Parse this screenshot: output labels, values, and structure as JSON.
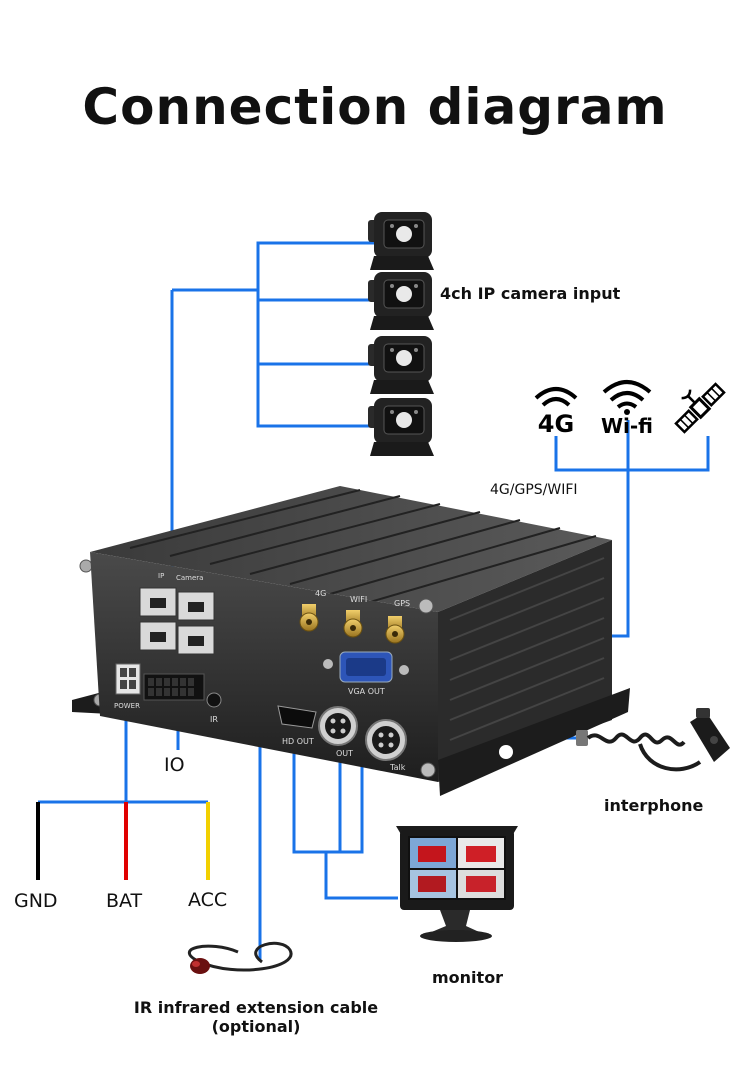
{
  "title": "Connection diagram",
  "labels": {
    "cameras": "4ch IP camera input",
    "wireless": "4G/GPS/WIFI",
    "io": "IO",
    "gnd": "GND",
    "bat": "BAT",
    "acc": "ACC",
    "interphone": "interphone",
    "monitor": "monitor",
    "ir_cable_line1": "IR infrared extension cable",
    "ir_cable_line2": "(optional)"
  },
  "icons": {
    "four_g": "4G",
    "wifi": "Wi-fi"
  },
  "device_ports": {
    "ip_camera_a": "IP",
    "ip_camera_b": "Camera",
    "ant_4g": "4G",
    "ant_wifi": "WIFI",
    "ant_gps": "GPS",
    "vga": "VGA OUT",
    "power": "POWER",
    "ir": "IR",
    "hd_out": "HD OUT",
    "out": "OUT",
    "talk": "Talk"
  },
  "colors": {
    "wire_blue": "#1a73e8",
    "wire_black": "#000000",
    "wire_red": "#e00000",
    "wire_yellow": "#f2d000",
    "device_body": "#2a2a2a"
  }
}
